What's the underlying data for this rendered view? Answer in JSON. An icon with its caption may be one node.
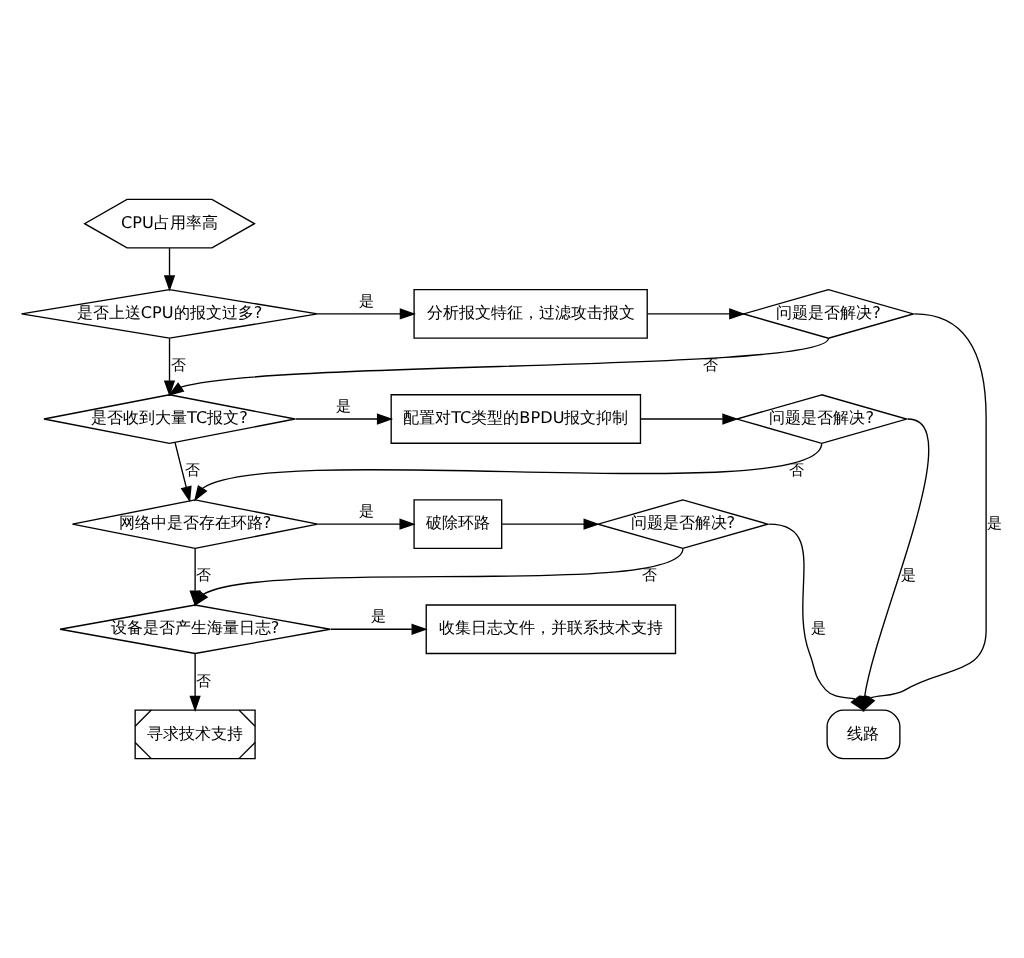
{
  "diagram": {
    "nodes": [
      {
        "text": [
          "CPU占用率高"
        ]
      },
      {
        "text": [
          "是否上送CPU的报文过多?"
        ]
      },
      {
        "text": [
          "分析报文特征，过滤攻击报文"
        ]
      },
      {
        "text": [
          "问题是否解决?"
        ]
      },
      {
        "text": [
          "是否收到大量TC报文?"
        ]
      },
      {
        "text": [
          "配置对TC类型的BPDU报文抑制"
        ]
      },
      {
        "text": [
          "问题是否解决?"
        ]
      },
      {
        "text": [
          "网络中是否存在环路?"
        ]
      },
      {
        "text": [
          "破除环路"
        ]
      },
      {
        "text": [
          "问题是否解决?"
        ]
      },
      {
        "text": [
          "设备是否产生海量日志?"
        ]
      },
      {
        "text": [
          "收集日志文件，并联系技术支持"
        ]
      },
      {
        "text": [
          "寻求技术支持"
        ]
      },
      {
        "text": [
          "线路"
        ]
      }
    ],
    "edges": [
      {
        "from": 0,
        "to": 1,
        "arrow": "to"
      },
      {
        "from": 1,
        "to": 2,
        "arrow": "to",
        "label": "是"
      },
      {
        "from": 2,
        "to": 3,
        "arrow": "to"
      },
      {
        "from": 3,
        "to": 13,
        "arrow": "to",
        "label": "是"
      },
      {
        "from": 3,
        "to": 4,
        "arrow": "to",
        "label": "否"
      },
      {
        "from": 1,
        "to": 4,
        "arrow": "to",
        "label": "否"
      },
      {
        "from": 4,
        "to": 5,
        "arrow": "to",
        "label": "是"
      },
      {
        "from": 5,
        "to": 6,
        "arrow": "to"
      },
      {
        "from": 6,
        "to": 13,
        "arrow": "to",
        "label": "是"
      },
      {
        "from": 6,
        "to": 7,
        "arrow": "to",
        "label": "否"
      },
      {
        "from": 4,
        "to": 7,
        "arrow": "to",
        "label": "否"
      },
      {
        "from": 7,
        "to": 8,
        "arrow": "to",
        "label": "是"
      },
      {
        "from": 8,
        "to": 9,
        "arrow": "to"
      },
      {
        "from": 9,
        "to": 13,
        "arrow": "to",
        "label": "是"
      },
      {
        "from": 9,
        "to": 10,
        "arrow": "to",
        "label": "否"
      },
      {
        "from": 7,
        "to": 10,
        "arrow": "to",
        "label": "否"
      },
      {
        "from": 10,
        "to": 11,
        "arrow": "to",
        "label": "是"
      },
      {
        "from": 10,
        "to": 12,
        "arrow": "to",
        "label": "否"
      }
    ]
  }
}
